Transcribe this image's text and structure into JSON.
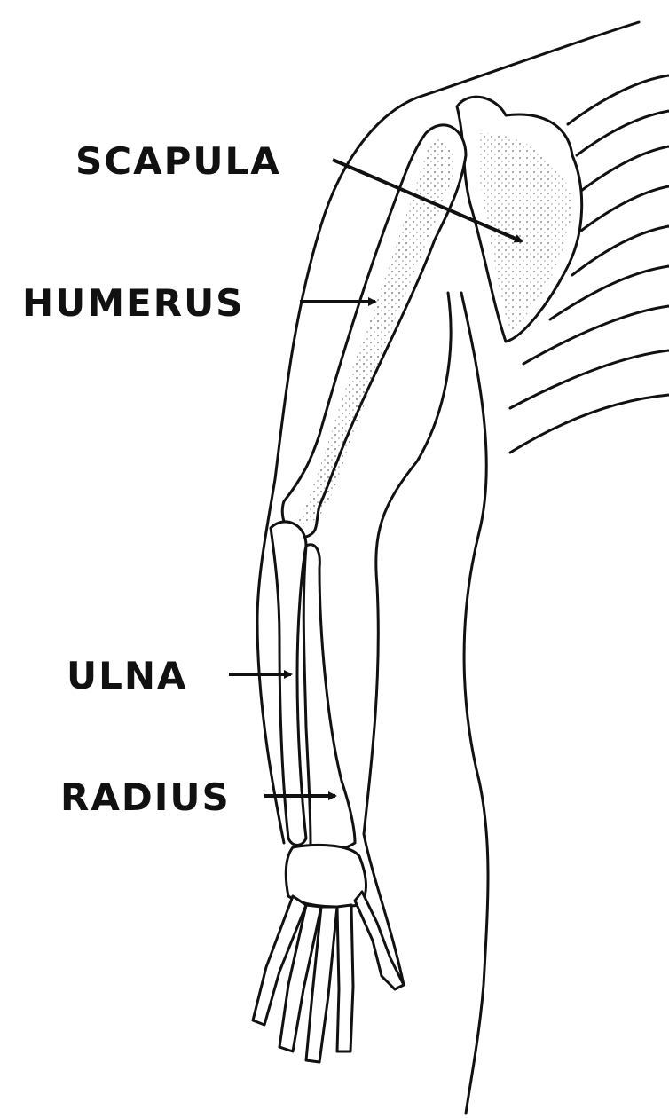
{
  "labels": {
    "scapula": "SCAPULA",
    "humerus": "HUMERUS",
    "ulna": "ULNA",
    "radius": "RADIUS"
  },
  "colors": {
    "ink": "#111111",
    "background": "#ffffff"
  }
}
